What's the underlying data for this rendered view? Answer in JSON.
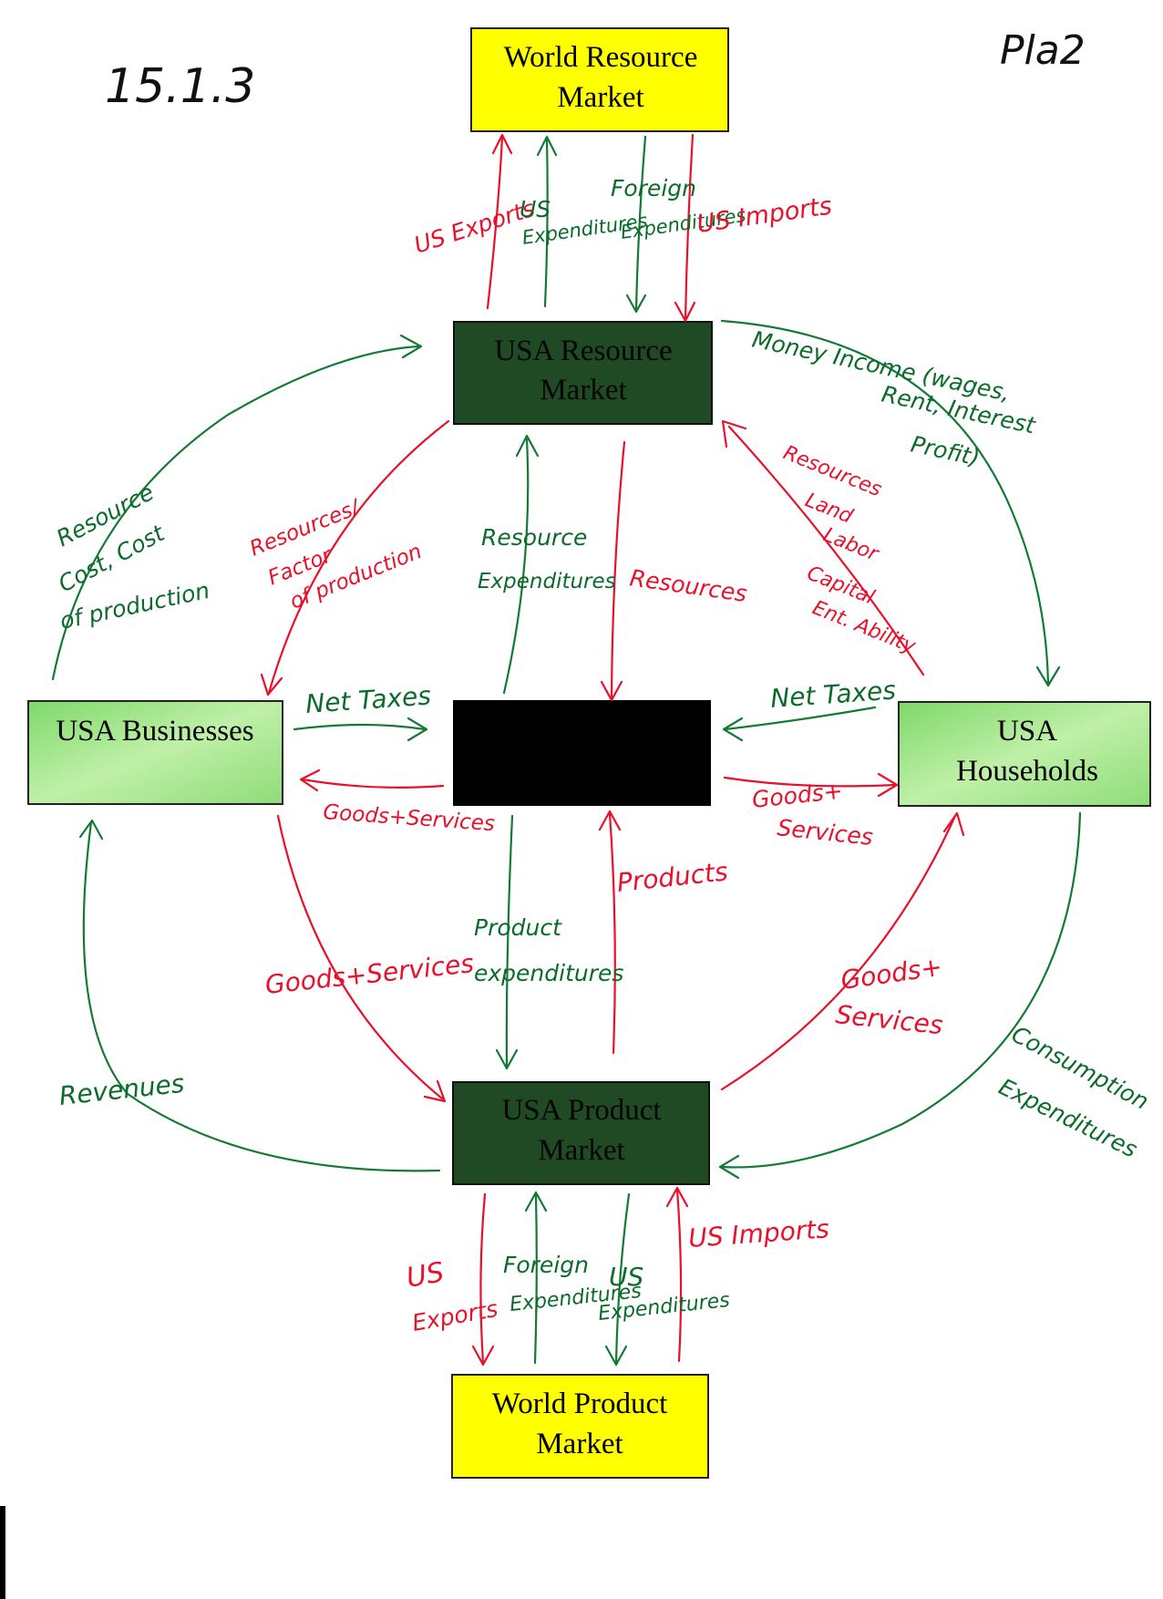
{
  "corner_notes": {
    "top_left": "15.1.3",
    "top_right": "Pla2"
  },
  "boxes": {
    "world_resource_market": {
      "line1": "World Resource",
      "line2": "Market"
    },
    "usa_resource_market": {
      "line1": "USA Resource",
      "line2": "Market"
    },
    "usa_businesses": {
      "line1": "USA Businesses"
    },
    "usa_households": {
      "line1": "USA",
      "line2": "Households"
    },
    "usa_product_market": {
      "line1": "USA Product",
      "line2": "Market"
    },
    "world_product_market": {
      "line1": "World Product",
      "line2": "Market"
    }
  },
  "labels": {
    "top_us_exports": "US Exports",
    "top_us_expenditures_1": "US",
    "top_us_expenditures_2": "Expenditures",
    "top_foreign_1": "Foreign",
    "top_foreign_2": "Expenditures",
    "top_us_imports": "US Imports",
    "money_income_1": "Money Income (wages,",
    "money_income_2": "Rent, Interest",
    "money_income_3": "Profit)",
    "resources_land_1": "Resources",
    "resources_land_2": "Land",
    "resources_land_3": "Labor",
    "resources_land_4": "Capital",
    "resources_land_5": "Ent. Ability",
    "resource_cost_1": "Resource",
    "resource_cost_2": "Cost, Cost",
    "resource_cost_3": "of production",
    "resources_factor_1": "Resources/",
    "resources_factor_2": "Factor",
    "resources_factor_3": "of production",
    "resource_expenditures_1": "Resource",
    "resource_expenditures_2": "Expenditures",
    "resources_center": "Resources",
    "net_taxes_left": "Net Taxes",
    "net_taxes_right": "Net Taxes",
    "goods_services_left": "Goods+Services",
    "goods_services_right_1": "Goods+",
    "goods_services_right_2": "Services",
    "products": "Products",
    "product_expenditures_1": "Product",
    "product_expenditures_2": "expenditures",
    "goods_services_lower_left": "Goods+Services",
    "goods_services_lower_right_1": "Goods+",
    "goods_services_lower_right_2": "Services",
    "revenues": "Revenues",
    "consumption_1": "Consumption",
    "consumption_2": "Expenditures",
    "bottom_us_exports_1": "US",
    "bottom_us_exports_2": "Exports",
    "bottom_foreign_1": "Foreign",
    "bottom_foreign_2": "Expenditures",
    "bottom_us_expenditures_1": "US",
    "bottom_us_expenditures_2": "Expenditures",
    "bottom_us_imports": "US Imports"
  },
  "colors": {
    "yellow_box": "#ffff00",
    "dark_green_box": "#1f4a24",
    "light_green_box": "#a6e38a",
    "redacted_box": "#000000",
    "red_flow": "#e8102a",
    "green_flow": "#137a35"
  }
}
